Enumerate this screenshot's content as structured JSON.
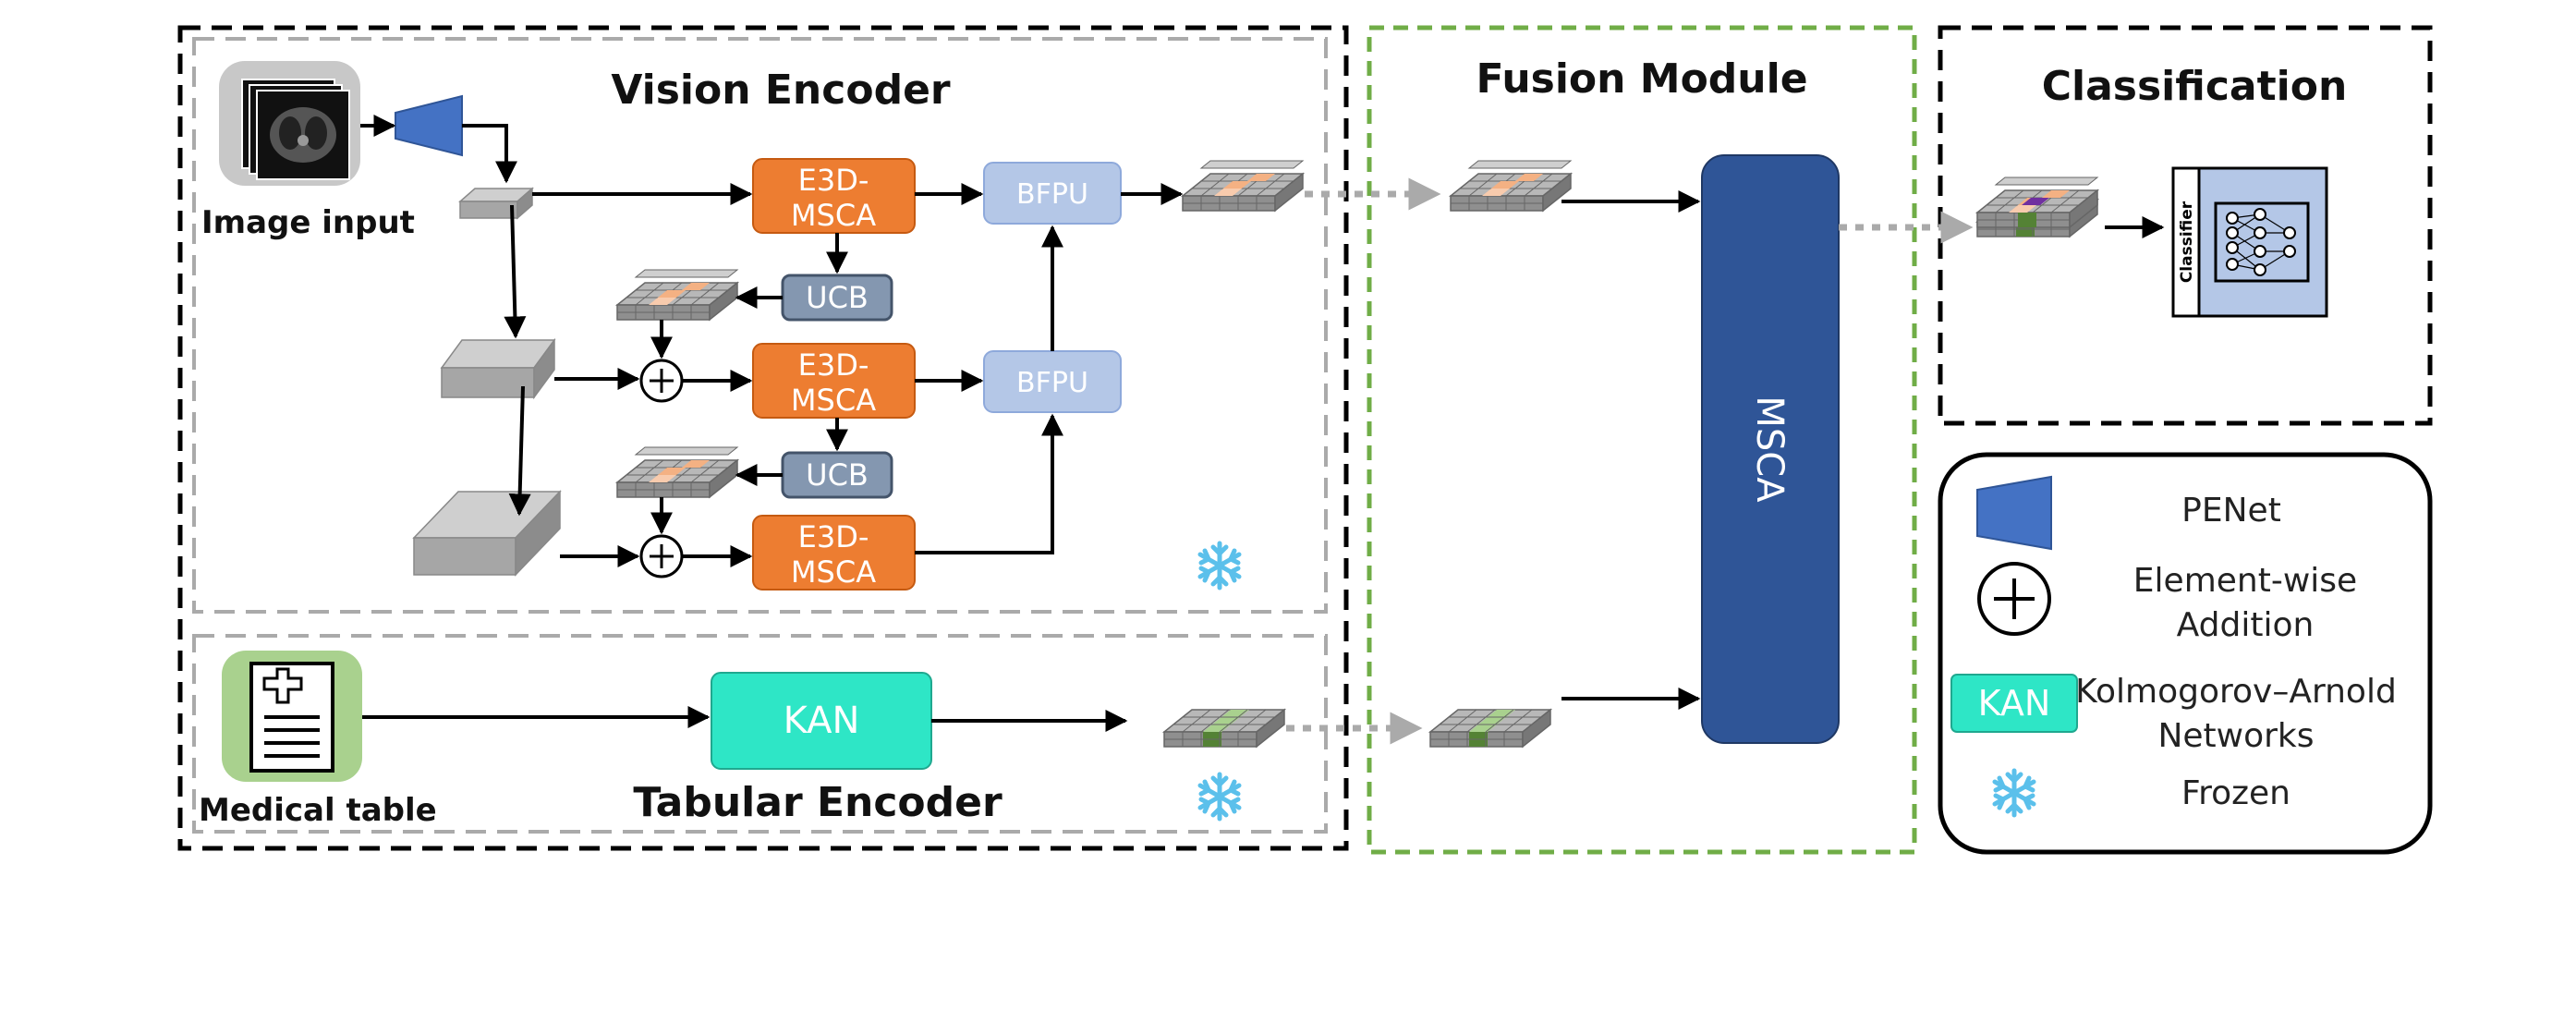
{
  "sections": {
    "vision_encoder": "Vision Encoder",
    "tabular_encoder": "Tabular Encoder",
    "fusion_module": "Fusion Module",
    "classification": "Classification"
  },
  "inputs": {
    "image": "Image input",
    "table": "Medical table"
  },
  "blocks": {
    "e3d_line1": "E3D-",
    "e3d_line2": "MSCA",
    "bfpu": "BFPU",
    "ucb": "UCB",
    "kan": "KAN",
    "msca": "MSCA",
    "classifier": "Classifier"
  },
  "legend": {
    "penet": "PENet",
    "addition_line1": "Element-wise",
    "addition_line2": "Addition",
    "kan_box": "KAN",
    "kan_line1": "Kolmogorov–Arnold",
    "kan_line2": "Networks",
    "frozen": "Frozen"
  },
  "colors": {
    "e3d": "#ED7D31",
    "bfpu": "#B4C7E7",
    "ucb": "#8497B0",
    "kan": "#2EE6C6",
    "msca": "#2F5597",
    "penet": "#4472C4",
    "fusion_border": "#70AD47",
    "classifier": "#B4C7E7",
    "frozen": "#5BC0EB"
  },
  "icons": [
    "ct-scan-icon",
    "medical-table-icon",
    "snowflake-icon",
    "neural-network-icon",
    "plus-circle-icon",
    "feature-grid-icon",
    "penet-trapezoid-icon"
  ]
}
